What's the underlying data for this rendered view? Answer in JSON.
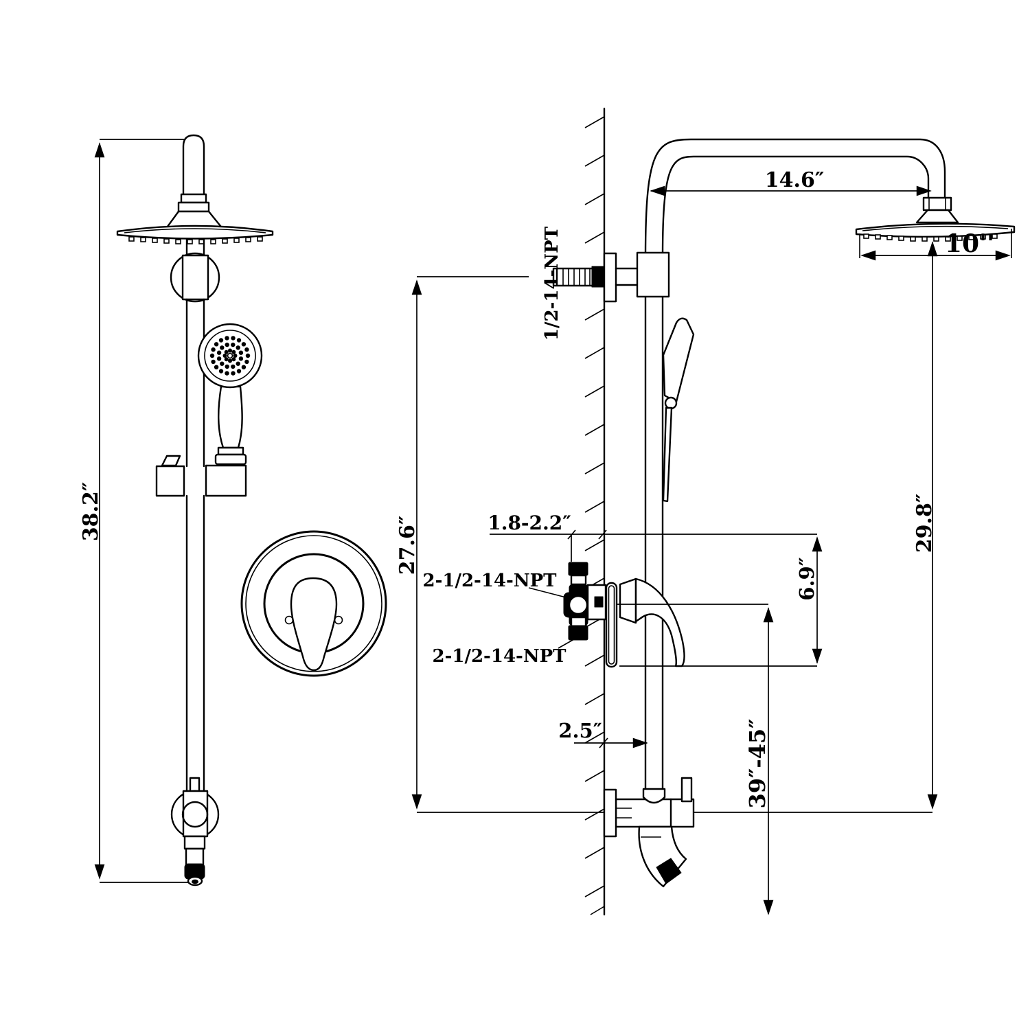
{
  "drawing": {
    "background": "#ffffff",
    "line_color": "#000000",
    "views": {
      "front": {
        "dim_total_height": "38.2″"
      },
      "side": {
        "dim_arm_reach": "14.6″",
        "dim_head_diameter": "10''",
        "label_supply_thread": "1/2-14-NPT",
        "dim_outlet_to_diverter": "27.6″",
        "dim_rough_in_depth": "1.8-2.2″",
        "label_valve_thread_top": "2-1/2-14-NPT",
        "label_valve_thread_bottom": "2-1/2-14-NPT",
        "dim_trim_height": "6.9″",
        "dim_head_to_diverter": "29.8″",
        "dim_pipe_offset": "2.5″",
        "dim_install_height": "39″-45″"
      }
    }
  }
}
